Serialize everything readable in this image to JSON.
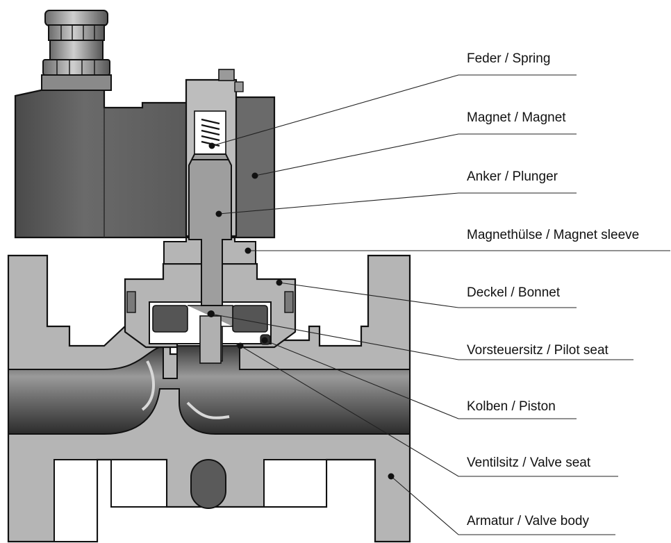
{
  "labels": [
    {
      "id": "spring",
      "text": "Feder / Spring"
    },
    {
      "id": "magnet",
      "text": "Magnet / Magnet"
    },
    {
      "id": "plunger",
      "text": "Anker / Plunger"
    },
    {
      "id": "magnet-sleeve",
      "text": "Magnethülse / Magnet sleeve"
    },
    {
      "id": "bonnet",
      "text": "Deckel / Bonnet"
    },
    {
      "id": "pilot-seat",
      "text": "Vorsteuersitz / Pilot seat"
    },
    {
      "id": "piston",
      "text": "Kolben / Piston"
    },
    {
      "id": "valve-seat",
      "text": "Ventilsitz / Valve seat"
    },
    {
      "id": "valve-body",
      "text": "Armatur / Valve body"
    }
  ],
  "colors": {
    "body_fill": "#b5b5b5",
    "dark_fill": "#555555",
    "mid_fill": "#8d8d8d",
    "outline": "#111111",
    "leader": "#222222"
  }
}
